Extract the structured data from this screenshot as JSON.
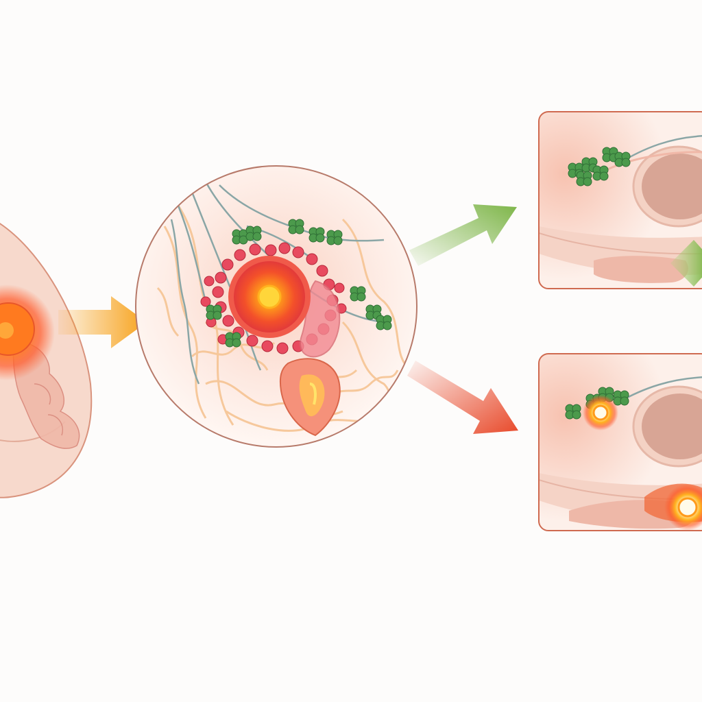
{
  "figure": {
    "panels": [
      "breast-overview",
      "magnified-tumor-microenvironment",
      "outcome-green-pathway",
      "outcome-red-pathway"
    ],
    "arrows": [
      "overview-to-magnified",
      "to-green-outcome",
      "to-red-outcome"
    ]
  },
  "colors": {
    "background": "#fdfcfb",
    "skin": "#f7d9cc",
    "skin_stroke": "#d9937d",
    "tumor_core": "#ff8a1f",
    "tumor_glow": "#ff5a2a",
    "orange_arrow": "#f7a21b",
    "green_arrow": "#7db548",
    "red_arrow": "#e8492a",
    "green_cells": "#4c9a4c",
    "vessel_blue": "#8aa6a6",
    "panel_border": "#cf6a50"
  }
}
